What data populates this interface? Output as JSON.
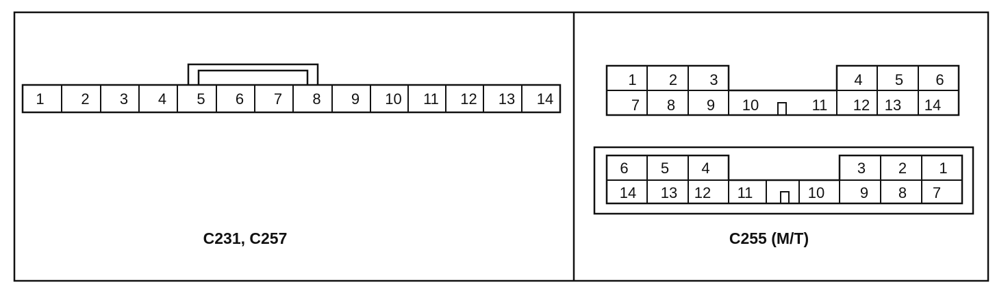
{
  "left_connector": {
    "caption": "C231, C257",
    "pins": [
      "1",
      "2",
      "3",
      "4",
      "5",
      "6",
      "7",
      "8",
      "9",
      "10",
      "11",
      "12",
      "13",
      "14"
    ]
  },
  "right_top_connector": {
    "top_row_left": [
      "1",
      "2",
      "3"
    ],
    "top_row_right": [
      "4",
      "5",
      "6"
    ],
    "bottom_row": [
      "7",
      "8",
      "9",
      "10",
      "11",
      "12",
      "13",
      "14"
    ]
  },
  "right_bottom_connector": {
    "top_row_left": [
      "6",
      "5",
      "4"
    ],
    "top_row_right": [
      "3",
      "2",
      "1"
    ],
    "bottom_row": [
      "14",
      "13",
      "12",
      "11",
      "10",
      "9",
      "8",
      "7"
    ]
  },
  "right_caption": "C255 (M/T)"
}
